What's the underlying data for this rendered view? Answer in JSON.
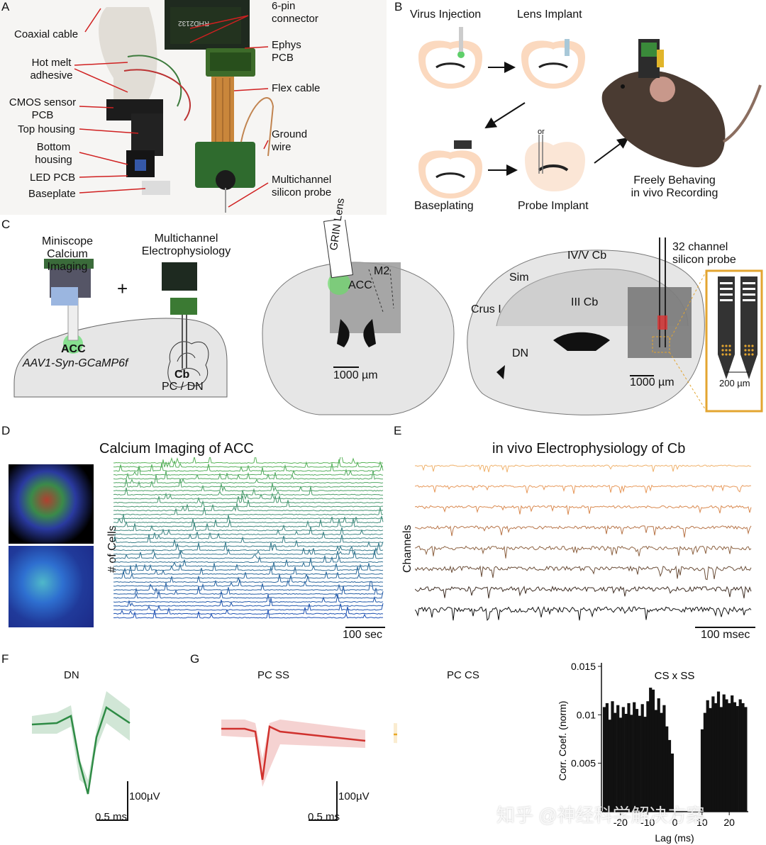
{
  "panels": {
    "A": {
      "letter": "A",
      "labels": {
        "coaxial": "Coaxial cable",
        "hotmelt": "Hot melt\nadhesive",
        "cmos": "CMOS sensor\nPCB",
        "top_housing": "Top housing",
        "bottom_housing": "Bottom\nhousing",
        "led": "LED PCB",
        "baseplate": "Baseplate",
        "connector": "6-pin\nconnector",
        "ephys": "Ephys\nPCB",
        "flex": "Flex cable",
        "ground": "Ground\nwire",
        "multichannel": "Multichannel\nsilicon probe"
      },
      "chip_text": "RHD2132"
    },
    "B": {
      "letter": "B",
      "labels": {
        "virus": "Virus Injection",
        "lens": "Lens Implant",
        "baseplating": "Baseplating",
        "probe": "Probe Implant",
        "or": "or",
        "freely": "Freely Behaving\nin vivo Recording"
      }
    },
    "C": {
      "letter": "C",
      "labels": {
        "miniscope": "Miniscope\nCalcium Imaging",
        "ephys": "Multichannel\nElectrophysiology",
        "plus": "+",
        "acc": "ACC",
        "aav": "AAV1-Syn-GCaMP6f",
        "cb": "Cb",
        "pcdn": "PC / DN",
        "grin": "GRIN Lens",
        "acc2": "ACC",
        "m2": "M2",
        "scale1": "1000 µm",
        "ivv": "IV/V Cb",
        "sim": "Sim",
        "crus": "Crus I",
        "iiicb": "III Cb",
        "dn": "DN",
        "probe32": "32 channel\nsilicon probe",
        "scale2": "1000 µm",
        "scale3": "200 µm"
      }
    },
    "D": {
      "letter": "D",
      "title": "Calcium Imaging of ACC",
      "ylabel": "# of Cells",
      "scale": "100 sec"
    },
    "E": {
      "letter": "E",
      "title": "in vivo Electrophysiology of Cb",
      "ylabel": "Channels",
      "scale": "100 msec"
    },
    "F": {
      "letter": "F",
      "title": "DN",
      "scale_v": "100µV",
      "scale_t": "0.5 ms"
    },
    "G": {
      "letter": "G",
      "title_ss": "PC SS",
      "title_cs": "PC CS",
      "scale_v": "100µV",
      "scale_t": "0.5 ms",
      "hist_title": "CS x SS"
    }
  },
  "colors": {
    "dn": "#2e8b45",
    "pcss": "#d0312d",
    "pccs": "#e9a928",
    "probe_box": "#e3a530",
    "tissue": "#fbd9bf",
    "brain_gray": "#e6e6e6"
  },
  "chart_data": {
    "type": "bar",
    "title": "CS x SS",
    "xlabel": "Lag (ms)",
    "ylabel": "Corr. Coef. (norm)",
    "xlim": [
      -27,
      27
    ],
    "ylim": [
      0,
      0.015
    ],
    "xticks": [
      -20,
      -10,
      0,
      10,
      20
    ],
    "yticks": [
      0.005,
      0.01,
      0.015
    ],
    "xticklabels": [
      "-20",
      "-10",
      "0",
      "10",
      "20"
    ],
    "yticklabels": [
      "0.005",
      "0.01",
      "0.015"
    ],
    "x": [
      -26,
      -25,
      -24,
      -23,
      -22,
      -21,
      -20,
      -19,
      -18,
      -17,
      -16,
      -15,
      -14,
      -13,
      -12,
      -11,
      -10,
      -9,
      -8,
      -7,
      -6,
      -5,
      -4,
      -3,
      -2,
      -1,
      0,
      1,
      2,
      3,
      4,
      5,
      6,
      7,
      8,
      9,
      10,
      11,
      12,
      13,
      14,
      15,
      16,
      17,
      18,
      19,
      20,
      21,
      22,
      23,
      24,
      25,
      26
    ],
    "values": [
      0.0108,
      0.0112,
      0.0095,
      0.0114,
      0.0102,
      0.011,
      0.0097,
      0.0108,
      0.0101,
      0.0112,
      0.01,
      0.0113,
      0.0106,
      0.0099,
      0.0111,
      0.0098,
      0.0114,
      0.0128,
      0.0126,
      0.0105,
      0.0117,
      0.0102,
      0.011,
      0.0088,
      0.0074,
      0.006,
      0,
      0,
      0,
      0,
      0,
      0,
      0,
      0,
      0,
      0,
      0.0085,
      0.0102,
      0.0115,
      0.0107,
      0.0119,
      0.0112,
      0.0124,
      0.0108,
      0.0121,
      0.0116,
      0.0112,
      0.012,
      0.0113,
      0.0109,
      0.0116,
      0.0112,
      0.0108
    ]
  },
  "watermark": "知乎 @神经科学解决方案"
}
